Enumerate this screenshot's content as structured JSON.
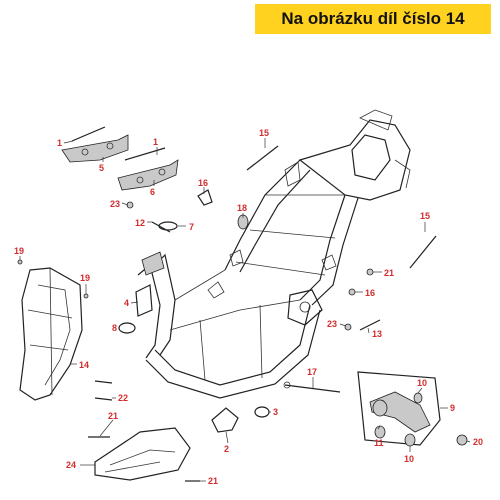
{
  "banner": {
    "text": "Na obrázku díl číslo 14"
  },
  "callouts": [
    "1",
    "5",
    "1",
    "6",
    "15",
    "16",
    "23",
    "12",
    "7",
    "18",
    "15",
    "19",
    "19",
    "21",
    "16",
    "4",
    "8",
    "23",
    "13",
    "14",
    "22",
    "17",
    "10",
    "3",
    "9",
    "11",
    "10",
    "20",
    "21",
    "2",
    "24",
    "21"
  ],
  "colors": {
    "banner": "#ffd21f",
    "callout": "#d22d2d",
    "line": "#222222"
  }
}
